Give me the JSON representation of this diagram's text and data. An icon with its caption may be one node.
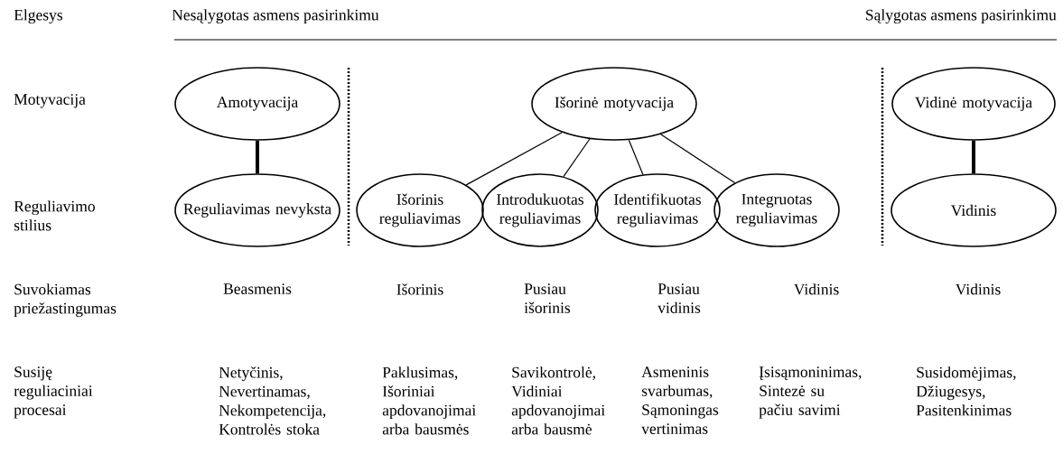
{
  "diagram": {
    "nodes": [
      {
        "text": [
          "Amotyvacija"
        ]
      },
      {
        "text": [
          "Išorinė motyvacija"
        ]
      },
      {
        "text": [
          "Vidinė motyvacija"
        ]
      },
      {
        "text": [
          "Reguliavimas nevyksta"
        ]
      },
      {
        "text": [
          "Išorinis reguliavimas"
        ]
      },
      {
        "text": [
          "Introdukuotas reguliavimas"
        ]
      },
      {
        "text": [
          "Identifikuotas reguliavimas"
        ]
      },
      {
        "text": [
          "Integruotas reguliavimas"
        ]
      },
      {
        "text": [
          "Vidinis"
        ]
      }
    ],
    "edges": [
      {
        "from": 0,
        "to": 3,
        "arrow": "none",
        "style": "thick"
      },
      {
        "from": 1,
        "to": 4,
        "arrow": "none"
      },
      {
        "from": 1,
        "to": 5,
        "arrow": "none"
      },
      {
        "from": 1,
        "to": 6,
        "arrow": "none"
      },
      {
        "from": 1,
        "to": 7,
        "arrow": "none"
      },
      {
        "from": 2,
        "to": 8,
        "arrow": "none",
        "style": "thick"
      }
    ],
    "labels": [
      "Elgesys",
      "Nesąlygotas asmens pasirinkimu",
      "Sąlygotas asmens pasirinkimu",
      "Motyvacija",
      "Reguliavimo stilius",
      "Suvokiamas priežastingumas",
      "Beasmenis",
      "Išorinis",
      "Pusiau išorinis",
      "Pusiau vidinis",
      "Vidinis",
      "Vidinis",
      "Susiję reguliaciniai procesai",
      "Netyčinis, Nevertinamas, Nekompetencija, Kontrolės stoka",
      "Paklusimas, Išoriniai apdovanojimai arba bausmės",
      "Savikontrolė, Vidiniai apdovanojimai arba bausmė",
      "Asmeninis svarbumas, Sąmoningas vertinimas",
      "Įsisąmoninimas, Sintezė su pačiu savimi",
      "Susidomėjimas, Džiugesys, Pasitenkinimas"
    ]
  }
}
